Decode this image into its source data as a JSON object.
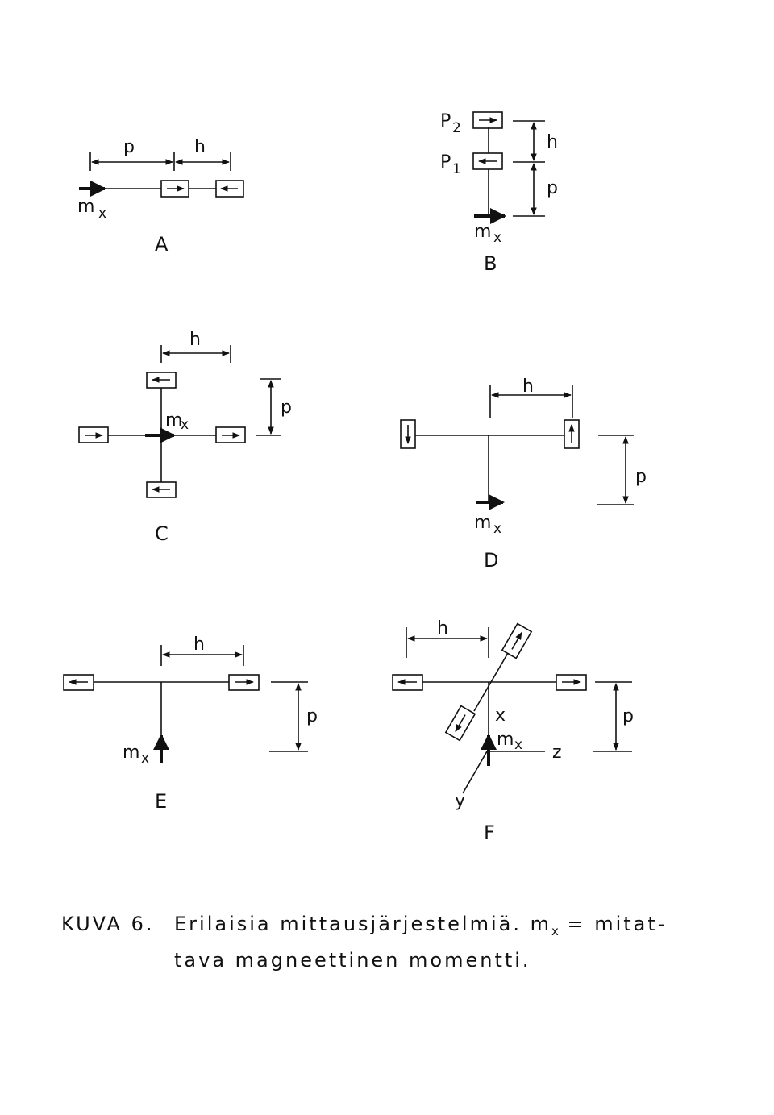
{
  "panels": {
    "A": {
      "label": "A",
      "p": "p",
      "h": "h",
      "m": "m",
      "x": "x"
    },
    "B": {
      "label": "B",
      "P2": "P",
      "P2_sub": "2",
      "P1": "P",
      "P1_sub": "1",
      "h": "h",
      "p": "p",
      "m": "m",
      "x": "x"
    },
    "C": {
      "label": "C",
      "h": "h",
      "p": "p",
      "m": "m",
      "x": "x"
    },
    "D": {
      "label": "D",
      "h": "h",
      "p": "p",
      "m": "m",
      "x": "x"
    },
    "E": {
      "label": "E",
      "h": "h",
      "p": "p",
      "m": "m",
      "x": "x"
    },
    "F": {
      "label": "F",
      "h": "h",
      "p": "p",
      "m": "m",
      "x": "x",
      "axis_x": "x",
      "axis_y": "y",
      "axis_z": "z"
    }
  },
  "caption": {
    "kuva": "KUVA 6.",
    "line1": "Erilaisia mittausjärjestelmiä. m",
    "sub": "x",
    "line1_end": " = mitat-",
    "line2": "tava magneettinen momentti."
  }
}
